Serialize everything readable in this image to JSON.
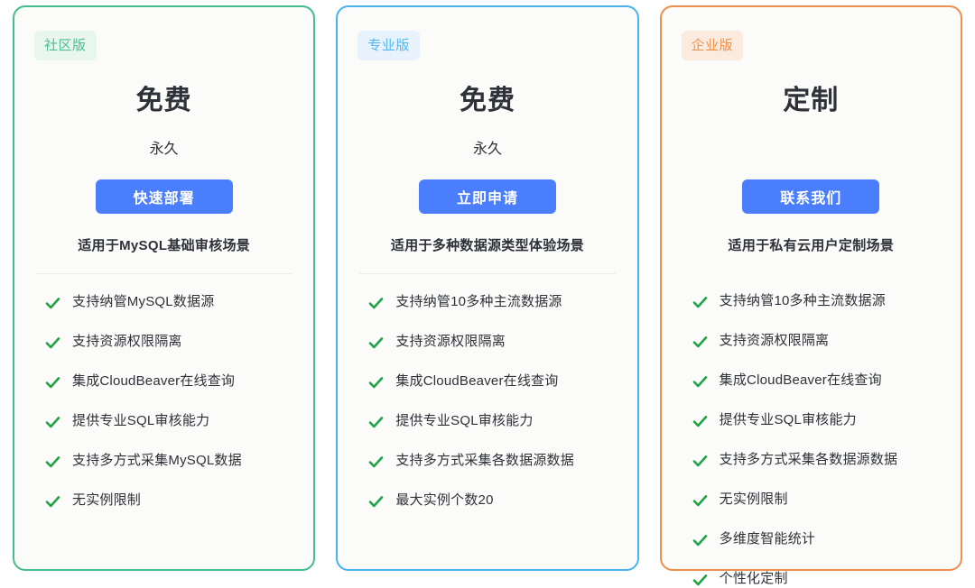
{
  "theme": {
    "page_background": "#ffffff",
    "card_background": "#fbfbf9",
    "cta_color": "#4a7efc",
    "check_color": "#21a345",
    "text_color": "#2e3238",
    "divider_color": "#ececea"
  },
  "plans": [
    {
      "badge": "社区版",
      "badge_bg": "#e9f6f0",
      "badge_color": "#4cbf8f",
      "border_color": "#45bc8e",
      "price": "免费",
      "period": "永久",
      "cta_label": "快速部署",
      "description": "适用于MySQL基础审核场景",
      "features": [
        "支持纳管MySQL数据源",
        "支持资源权限隔离",
        "集成CloudBeaver在线查询",
        "提供专业SQL审核能力",
        "支持多方式采集MySQL数据",
        "无实例限制"
      ]
    },
    {
      "badge": "专业版",
      "badge_bg": "#e7f2fd",
      "badge_color": "#55b6f0",
      "border_color": "#4bb2f0",
      "price": "免费",
      "period": "永久",
      "cta_label": "立即申请",
      "description": "适用于多种数据源类型体验场景",
      "features": [
        "支持纳管10多种主流数据源",
        "支持资源权限隔离",
        "集成CloudBeaver在线查询",
        "提供专业SQL审核能力",
        "支持多方式采集各数据源数据",
        "最大实例个数20"
      ]
    },
    {
      "badge": "企业版",
      "badge_bg": "#fbeade",
      "badge_color": "#f0914a",
      "border_color": "#ef8f4e",
      "price": "定制",
      "period": "",
      "cta_label": "联系我们",
      "description": "适用于私有云用户定制场景",
      "features": [
        "支持纳管10多种主流数据源",
        "支持资源权限隔离",
        "集成CloudBeaver在线查询",
        "提供专业SQL审核能力",
        "支持多方式采集各数据源数据",
        "无实例限制",
        "多维度智能统计",
        "个性化定制"
      ]
    }
  ]
}
